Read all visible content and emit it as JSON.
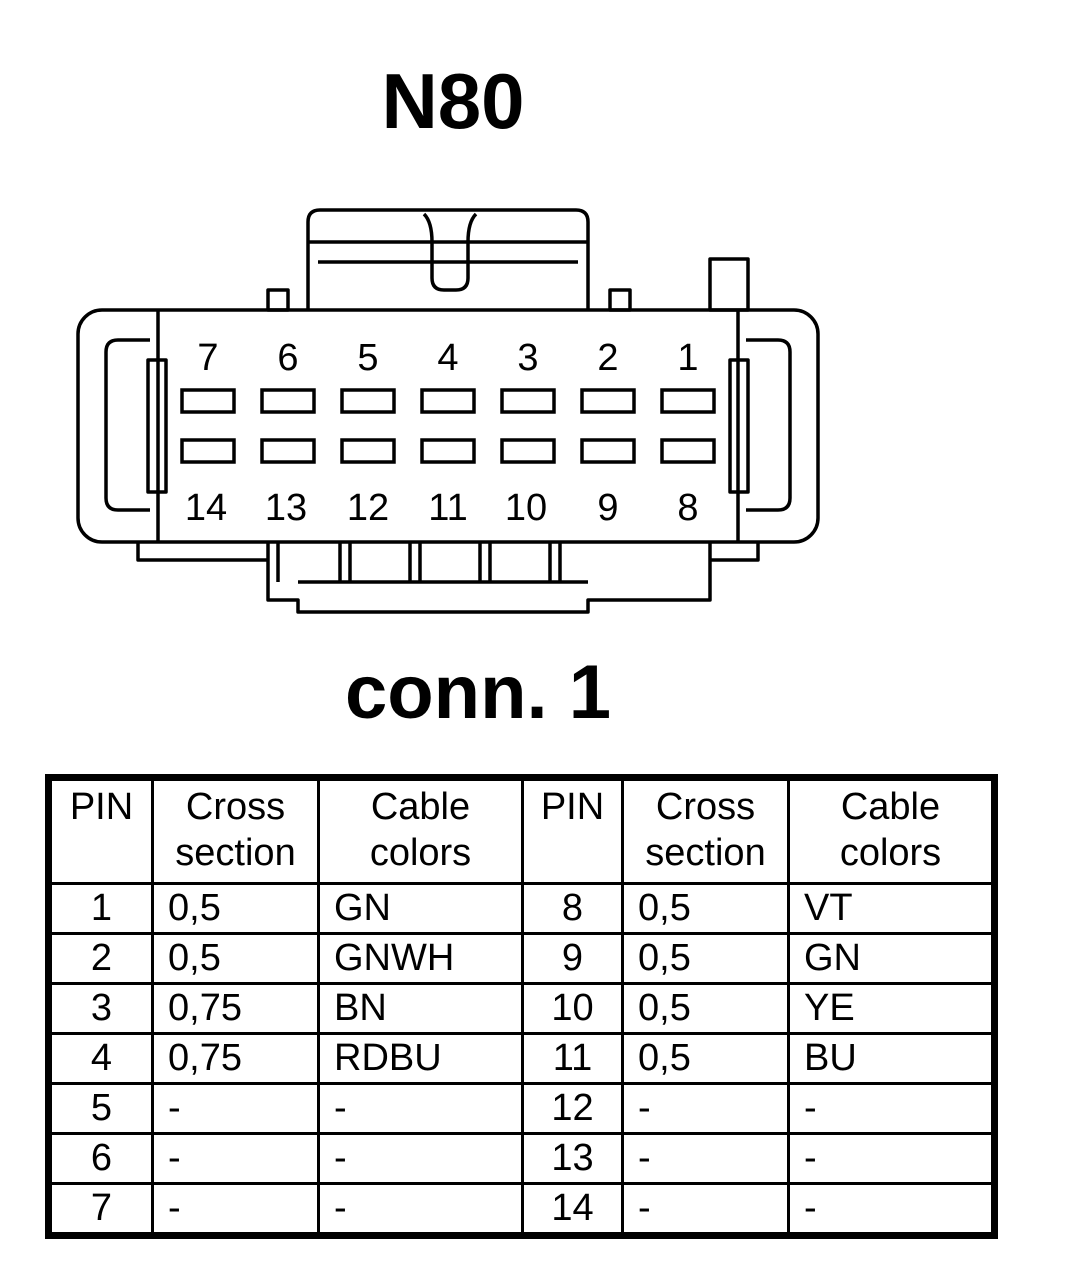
{
  "title": "N80",
  "connector_label": "conn. 1",
  "connector": {
    "top_pins": [
      "7",
      "6",
      "5",
      "4",
      "3",
      "2",
      "1"
    ],
    "bottom_pins": [
      "14",
      "13",
      "12",
      "11",
      "10",
      "9",
      "8"
    ]
  },
  "table": {
    "headers": {
      "pin": "PIN",
      "cross_l1": "Cross",
      "cross_l2": "section",
      "cable_l1": "Cable",
      "cable_l2": "colors"
    },
    "rows": [
      {
        "pin_a": "1",
        "cs_a": "0,5",
        "col_a": "GN",
        "pin_b": "8",
        "cs_b": "0,5",
        "col_b": "VT"
      },
      {
        "pin_a": "2",
        "cs_a": "0,5",
        "col_a": "GNWH",
        "pin_b": "9",
        "cs_b": "0,5",
        "col_b": "GN"
      },
      {
        "pin_a": "3",
        "cs_a": "0,75",
        "col_a": "BN",
        "pin_b": "10",
        "cs_b": "0,5",
        "col_b": "YE"
      },
      {
        "pin_a": "4",
        "cs_a": "0,75",
        "col_a": "RDBU",
        "pin_b": "11",
        "cs_b": "0,5",
        "col_b": "BU"
      },
      {
        "pin_a": "5",
        "cs_a": "-",
        "col_a": "-",
        "pin_b": "12",
        "cs_b": "-",
        "col_b": "-"
      },
      {
        "pin_a": "6",
        "cs_a": "-",
        "col_a": "-",
        "pin_b": "13",
        "cs_b": "-",
        "col_b": "-"
      },
      {
        "pin_a": "7",
        "cs_a": "-",
        "col_a": "-",
        "pin_b": "14",
        "cs_b": "-",
        "col_b": "-"
      }
    ]
  }
}
